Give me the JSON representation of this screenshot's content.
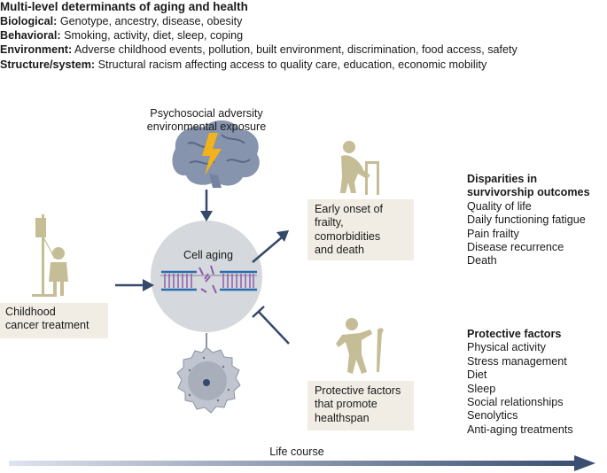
{
  "header": {
    "title": "Multi-level determinants of aging and health",
    "rows": [
      {
        "label": "Biological:",
        "text": " Genotype, ancestry, disease, obesity"
      },
      {
        "label": "Behavioral:",
        "text": " Smoking, activity, diet, sleep, coping"
      },
      {
        "label": "Environment:",
        "text": " Adverse childhood events, pollution, built environment, discrimination, food access, safety"
      },
      {
        "label": "Structure/system:",
        "text": " Structural racism affecting access to quality care, education, economic mobility"
      }
    ]
  },
  "psychosocial": {
    "line1": "Psychosocial adversity",
    "line2": "environmental exposure"
  },
  "childhood": {
    "line1": "Childhood",
    "line2": "cancer treatment"
  },
  "cell_aging": "Cell aging",
  "early_onset": {
    "line1": "Early onset of",
    "line2": "frailty,",
    "line3": "comorbidities",
    "line4": "and death"
  },
  "protective_box": {
    "line1": "Protective factors",
    "line2": "that promote",
    "line3": "healthspan"
  },
  "disparities": {
    "title1": "Disparities in",
    "title2": "survivorship outcomes",
    "items": [
      "Quality of life",
      "Daily functioning fatigue",
      "Pain frailty",
      "Disease recurrence",
      "Death"
    ]
  },
  "protective_list": {
    "title": "Protective factors",
    "items": [
      "Physical activity",
      "Stress management",
      "Diet",
      "Sleep",
      "Social relationships",
      "Senolytics",
      "Anti-aging treatments"
    ]
  },
  "life_course": "Life course",
  "colors": {
    "figure": "#c5bd96",
    "arrow": "#35496a",
    "box": "#f1ede4",
    "circle": "#d5d8dd",
    "brain": "#8794ad",
    "bolt": "#f2b21b"
  }
}
